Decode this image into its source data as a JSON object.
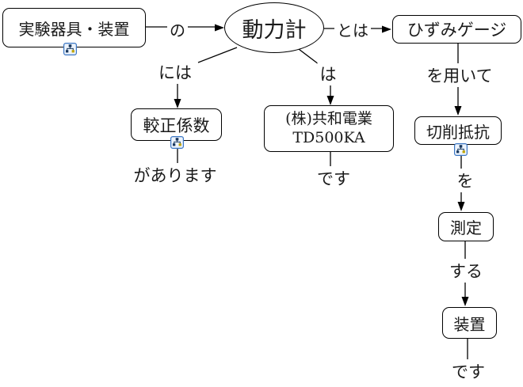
{
  "nodes": {
    "equipment": {
      "label": "実験器具・装置"
    },
    "dynamometer": {
      "label": "動力計"
    },
    "strain_gauge": {
      "label": "ひずみゲージ"
    },
    "calibration_factor": {
      "label": "較正係数"
    },
    "maker_model": {
      "line1": "(株)共和電業",
      "line2": "TD500KA"
    },
    "cutting_resistance": {
      "label": "切削抵抗"
    },
    "measure": {
      "label": "測定"
    },
    "apparatus": {
      "label": "装置"
    }
  },
  "link_labels": {
    "no": "の",
    "towa": "とは",
    "niwa": "には",
    "wa": "は",
    "wo_mochiite": "を用いて",
    "ga_arimasu": "があります",
    "desu_middle": "です",
    "wo": "を",
    "suru": "する",
    "desu_bottom": "です"
  },
  "icons": {
    "resource": "resource-node-icon"
  },
  "colors": {
    "background": "#ffffff",
    "node_border": "#000000",
    "node_fill": "#ffffff",
    "line": "#000000",
    "icon_border": "#3a76c4",
    "icon_navy": "#17365d",
    "icon_gold": "#c0a500"
  }
}
